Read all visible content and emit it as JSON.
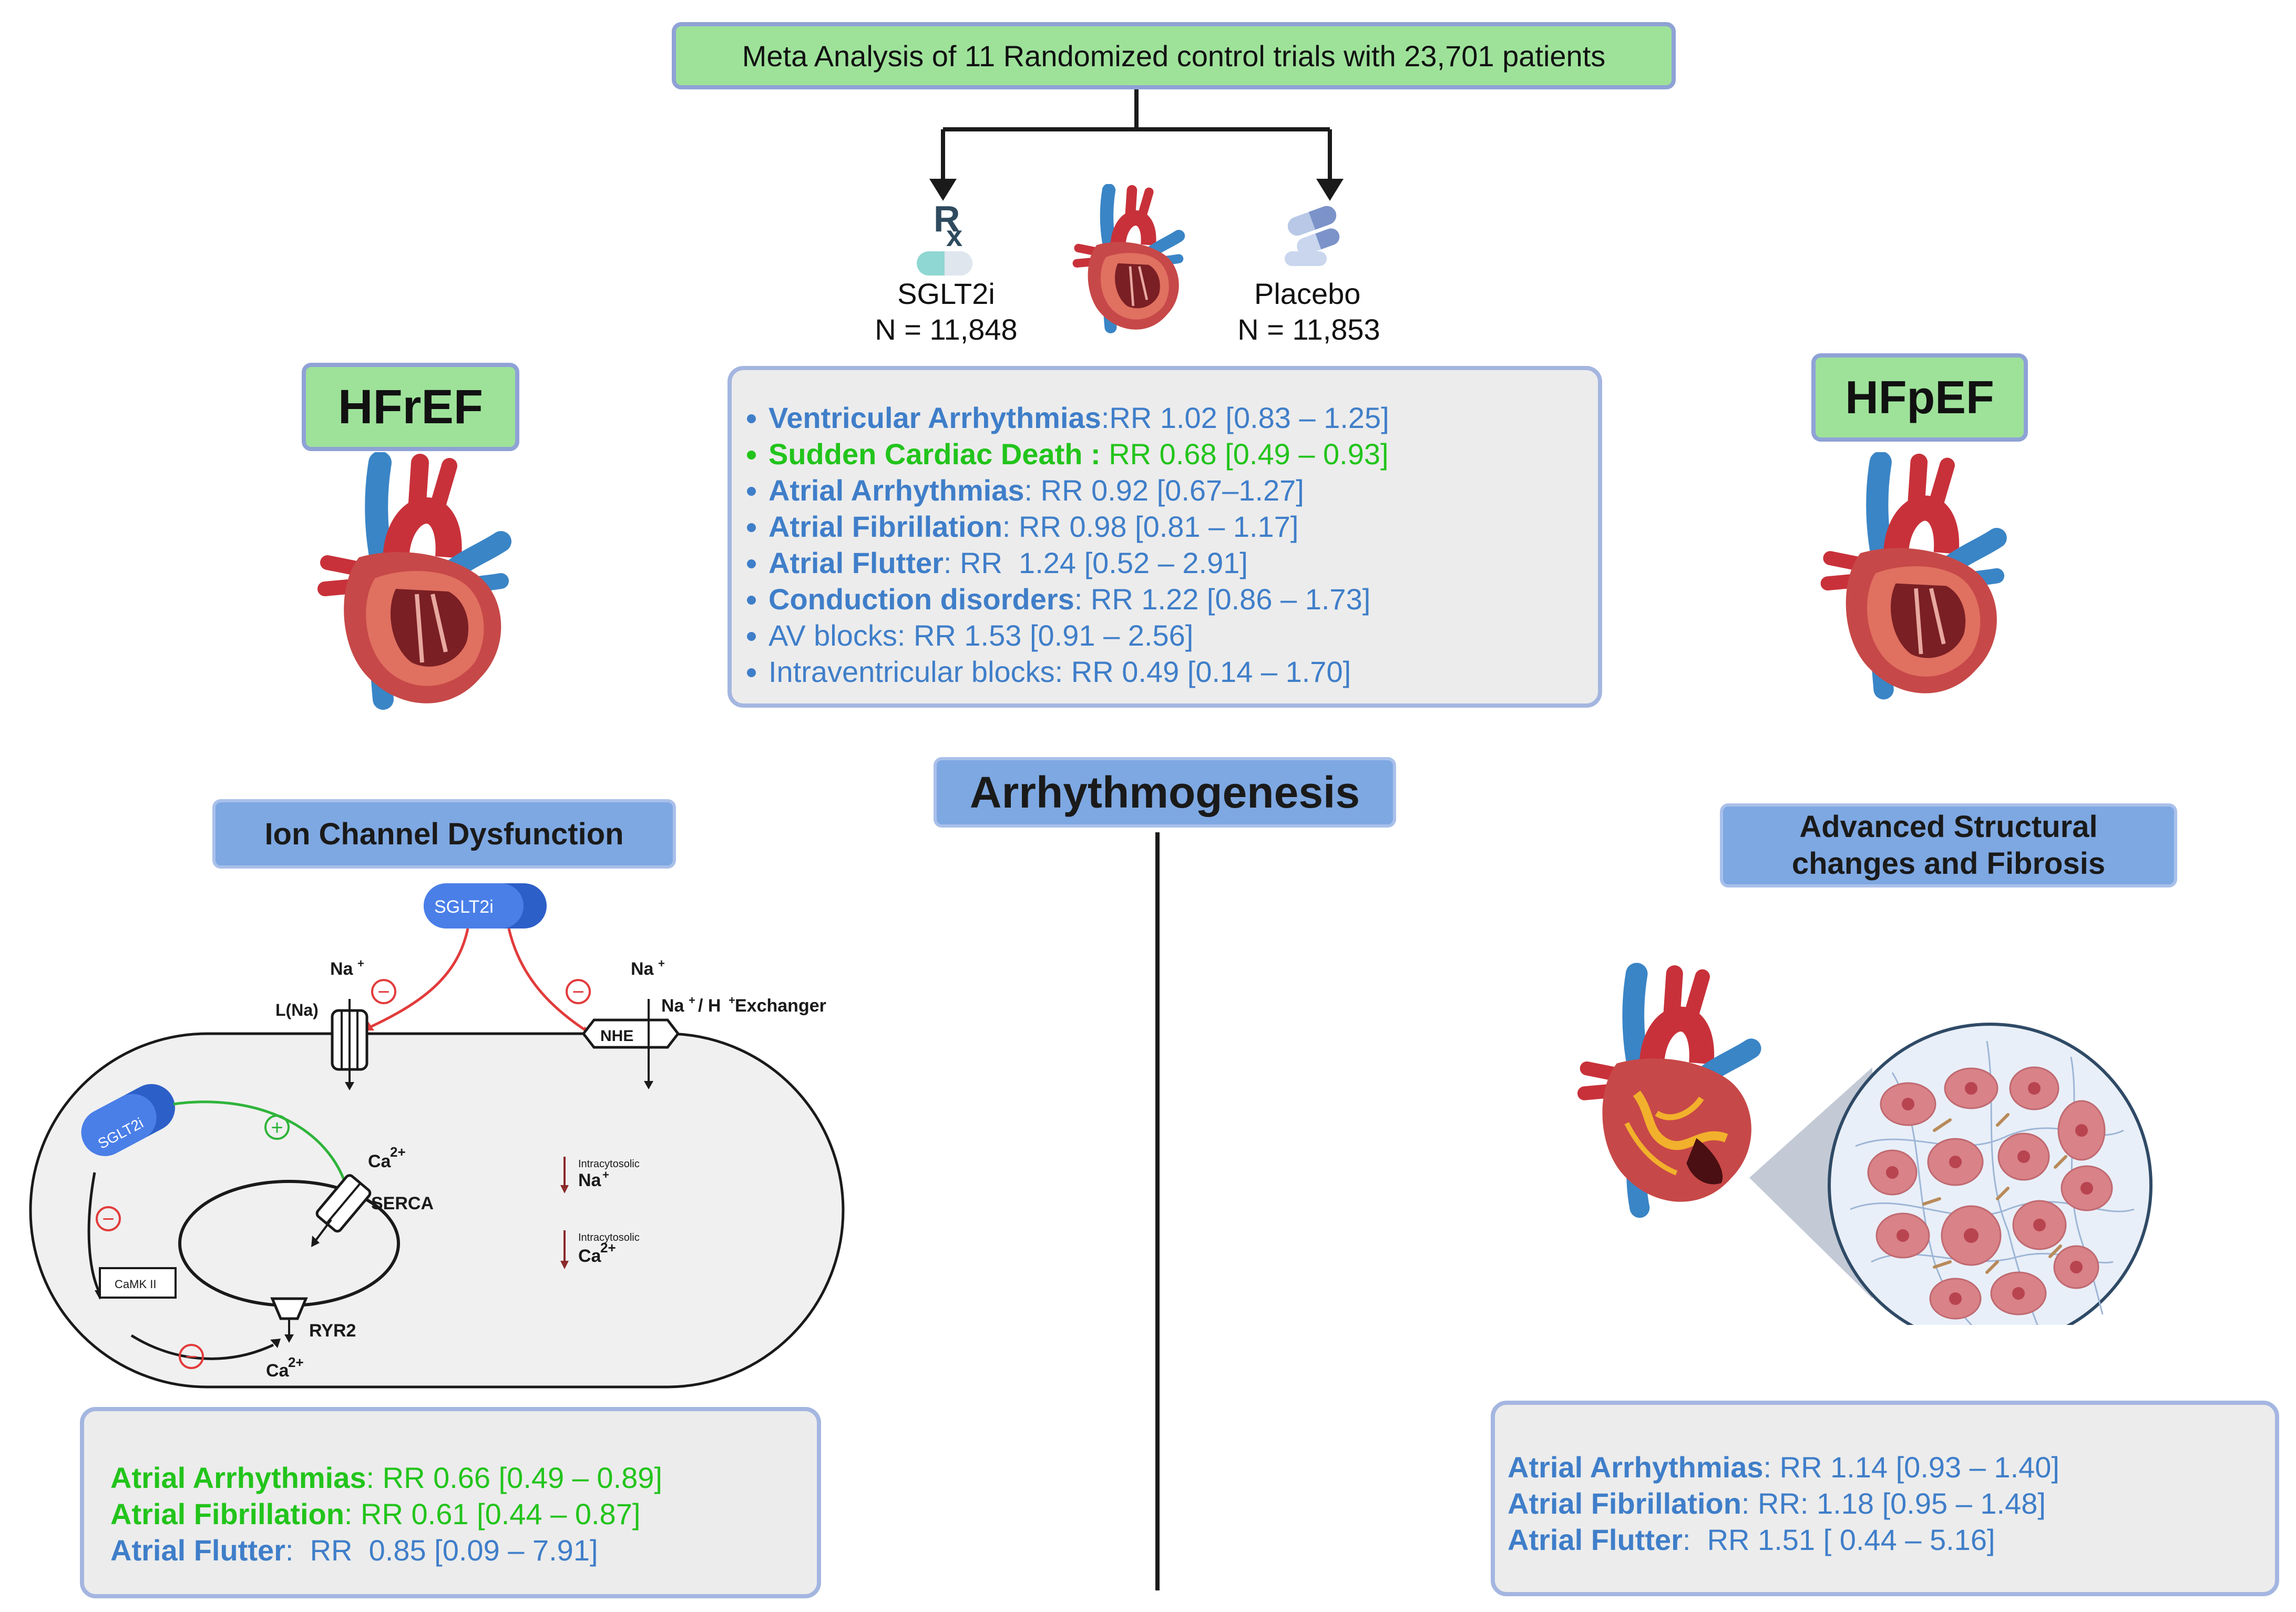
{
  "header": {
    "title": "Meta Analysis of 11 Randomized control trials with 23,701 patients",
    "arms": [
      {
        "name": "SGLT2i",
        "n": "N = 11,848",
        "icon": "rx-capsule-icon"
      },
      {
        "name": "Placebo",
        "n": "N = 11,853",
        "icon": "pills-icon"
      }
    ]
  },
  "overall_results": [
    {
      "term": "Ventricular Arrhythmias",
      "sep": ":",
      "value": "RR 1.02 [0.83 – 1.25]",
      "significant": false,
      "bold": true
    },
    {
      "term": "Sudden Cardiac Death :",
      "sep": " ",
      "value": "RR 0.68 [0.49 – 0.93]",
      "significant": true,
      "bold": true
    },
    {
      "term": "Atrial Arrhythmias",
      "sep": ": ",
      "value": "RR 0.92 [0.67–1.27]",
      "significant": false,
      "bold": true
    },
    {
      "term": "Atrial Fibrillation",
      "sep": ": ",
      "value": "RR 0.98 [0.81 – 1.17]",
      "significant": false,
      "bold": true
    },
    {
      "term": "Atrial Flutter",
      "sep": ": ",
      "value": "RR  1.24 [0.52 – 2.91]",
      "significant": false,
      "bold": true
    },
    {
      "term": "Conduction disorders",
      "sep": ": ",
      "value": "RR 1.22 [0.86 – 1.73]",
      "significant": false,
      "bold": true
    },
    {
      "term": "AV blocks",
      "sep": ": ",
      "value": "RR 1.53 [0.91 – 2.56]",
      "significant": false,
      "bold": false
    },
    {
      "term": "Intraventricular blocks",
      "sep": ": ",
      "value": "RR 0.49 [0.14 – 1.70]",
      "significant": false,
      "bold": false
    }
  ],
  "center_label": "Arrhythmogenesis",
  "hfref": {
    "label": "HFrEF",
    "mechanism": "Ion Channel Dysfunction",
    "results": [
      {
        "term": "Atrial Arrhythmias",
        "sep": ": ",
        "value": "RR 0.66 [0.49 – 0.89]",
        "significant": true
      },
      {
        "term": "Atrial Fibrillation",
        "sep": ": ",
        "value": "RR 0.61 [0.44 – 0.87]",
        "significant": true
      },
      {
        "term": "Atrial Flutter",
        "sep": ":  ",
        "value": "RR  0.85 [0.09 – 7.91]",
        "significant": false
      }
    ]
  },
  "hfpef": {
    "label": "HFpEF",
    "mechanism_line1": "Advanced Structural",
    "mechanism_line2": "changes and Fibrosis",
    "results": [
      {
        "term": "Atrial Arrhythmias",
        "sep": ": ",
        "value": "RR 1.14 [0.93 – 1.40]",
        "significant": false
      },
      {
        "term": "Atrial Fibrillation",
        "sep": ": ",
        "value": "RR: 1.18 [0.95 – 1.48]",
        "significant": false
      },
      {
        "term": "Atrial Flutter",
        "sep": ":  ",
        "value": "RR 1.51 [ 0.44 – 5.16]",
        "significant": false
      }
    ]
  },
  "ion_diagram": {
    "drug": "SGLT2i",
    "na": "Na",
    "na_sup": "+",
    "lna": "L(Na)",
    "nhe": "NHE",
    "exchanger_1": "Na",
    "exchanger_sup1": "+",
    "exchanger_2": "/ H",
    "exchanger_sup2": "+",
    "exchanger_3": " Exchanger",
    "ca": "Ca",
    "ca_sup": "2+",
    "serca": "SERCA",
    "ryr2": "RYR2",
    "camk": "CaMK II",
    "intracytosolic": "Intracytosolic",
    "minus": "−",
    "plus": "+"
  },
  "colors": {
    "green_box": "#9ee29a",
    "blue_box": "#7ea8e2",
    "result_blue": "#3f7ec9",
    "result_green": "#22c41b",
    "inhibit_red": "#e23b3b"
  }
}
